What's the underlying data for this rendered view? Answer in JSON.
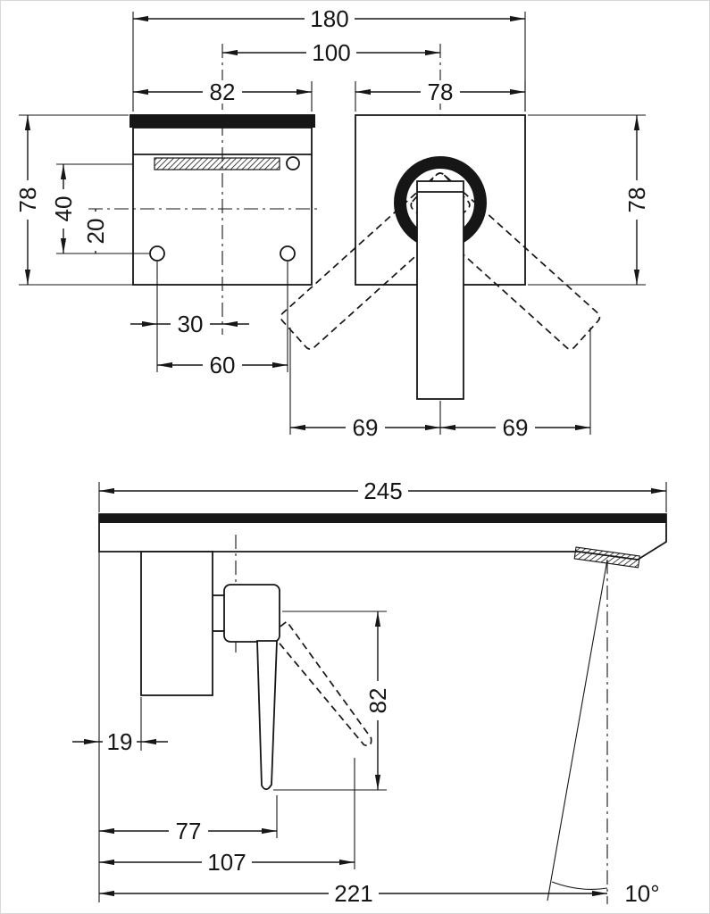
{
  "drawing": {
    "background": "#ffffff",
    "line_color": "#161616"
  },
  "dimensions": {
    "overall_width_top": "180",
    "spout_center_to_handle_center": "100",
    "spout_plate_width": "82",
    "handle_plate_width": "78",
    "spout_plate_height": "78",
    "spout_to_screw_holes": "40",
    "centerline_to_screw_holes": "20",
    "screw_hole_to_centerline": "30",
    "screw_hole_spacing": "60",
    "handle_plate_height": "78",
    "handle_swing_left": "69",
    "handle_swing_right": "69",
    "spout_overall_length": "245",
    "plate_thickness": "19",
    "lever_height": "82",
    "wall_to_lever": "77",
    "wall_to_lever_tip": "107",
    "wall_to_spray": "221",
    "spray_angle": "10°"
  }
}
